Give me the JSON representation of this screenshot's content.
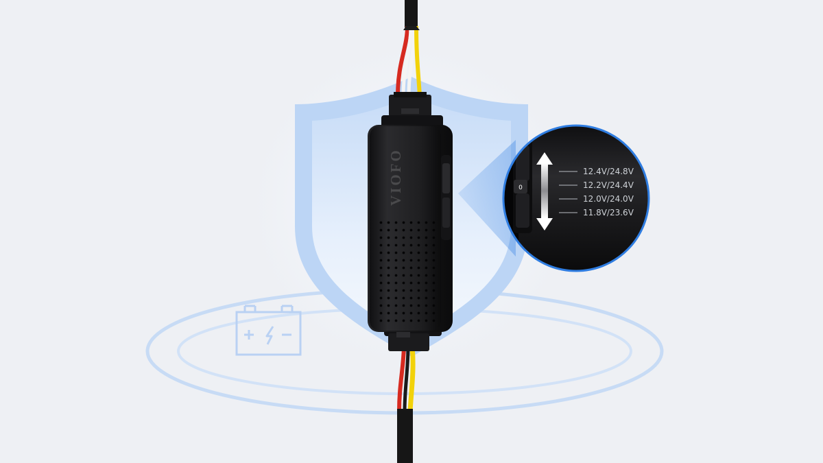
{
  "product": {
    "brand": "VIOFO",
    "icon": "battery-icon"
  },
  "voltage_selector": {
    "switch_position_mark": "0",
    "levels": [
      {
        "label": "12.4V/24.8V"
      },
      {
        "label": "12.2V/24.4V"
      },
      {
        "label": "12.0V/24.0V"
      },
      {
        "label": "11.8V/23.6V"
      }
    ]
  },
  "colors": {
    "background": "#eef0f4",
    "shield": "#bcd5f5",
    "rings": "#bcd3f2",
    "device_body": "#1c1c1e",
    "callout_border": "#2f7de1",
    "wire_red": "#d62a20",
    "wire_yellow": "#f2d20a",
    "wire_white": "#f4f4f4",
    "wire_black": "#161616"
  }
}
